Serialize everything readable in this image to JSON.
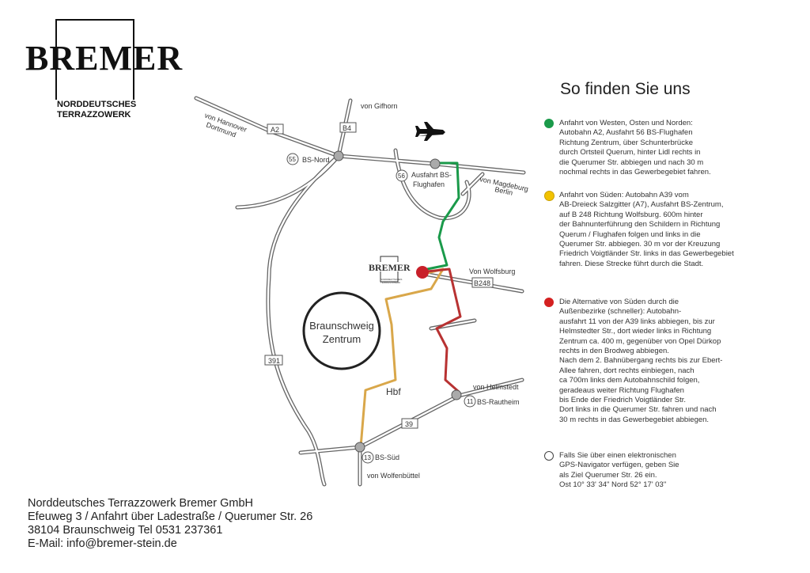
{
  "logo": {
    "name": "BREMER",
    "line1": "NORDDEUTSCHES",
    "line2": "TERRAZZOWERK"
  },
  "title": "So finden Sie uns",
  "legend": [
    {
      "color": "#1a9a4a",
      "text": "Anfahrt von Westen, Osten und Norden:\nAutobahn A2, Ausfahrt 56 BS-Flughafen\nRichtung Zentrum, über Schunterbrücke\ndurch Ortsteil Querum, hinter Lidl rechts in\ndie Querumer Str. abbiegen und nach 30 m\nnochmal rechts in das Gewerbegebiet fahren."
    },
    {
      "color": "#f2c200",
      "text": "Anfahrt von Süden: Autobahn A39 vom\nAB-Dreieck Salzgitter (A7), Ausfahrt BS-Zentrum,\nauf B 248  Richtung Wolfsburg. 600m hinter\nder Bahnunterführung den Schildern in Richtung\nQuerum / Flughafen folgen und links in die\nQuerumer Str. abbiegen. 30 m vor der Kreuzung\nFriedrich Voigtländer Str. links in das Gewerbegebiet\nfahren.   Diese Strecke führt durch die Stadt."
    },
    {
      "color": "#d42020",
      "text": "Die Alternative von Süden durch die\nAußenbezirke (schneller): Autobahn-\nausfahrt 11 von der A39  links abbiegen, bis zur\nHelmstedter Str., dort wieder links in Richtung\nZentrum ca. 400 m, gegenüber von Opel Dürkop\nrechts in den Brodweg abbiegen.\nNach dem 2. Bahnübergang  rechts bis zur Ebert-\nAllee fahren, dort rechts einbiegen, nach\nca 700m links dem Autobahnschild folgen,\ngeradeaus weiter Richtung Flughafen\nbis Ende der Friedrich Voigtländer Str.\nDort links in die Querumer Str. fahren und nach\n30 m rechts in das Gewerbegebiet abbiegen."
    },
    {
      "color": "#ffffff",
      "text": "Falls Sie über einen elektronischen\nGPS-Navigator verfügen, geben Sie\nals Ziel Querumer Str. 26 ein.\nOst 10° 33' 34\"    Nord  52° 17' 03\""
    }
  ],
  "map": {
    "gifhorn": "von Gifhorn",
    "hannover1": "von Hannover",
    "hannover2": "Dortmund",
    "a2": "A2",
    "b4": "B4",
    "exit55": "55",
    "bs_nord": "BS-Nord",
    "exit56": "56",
    "flughafen1": "Ausfahrt BS-",
    "flughafen2": "Flughafen",
    "magdeburg1": "von Magdeburg",
    "magdeburg2": "Berlin",
    "wolfsburg": "Von Wolfsburg",
    "b248": "B248",
    "zentrum1": "Braunschweig",
    "zentrum2": "Zentrum",
    "r391": "391",
    "hbf": "Hbf",
    "helmstedt": "von Helmstedt",
    "exit11": "11",
    "rautheim": "BS-Rautheim",
    "a39": "39",
    "exit13": "13",
    "bs_sued": "BS-Süd",
    "wolfenbuettel": "von Wolfenbüttel",
    "mini_logo": "BREMER",
    "mini_logo_sub1": "NORDDEUTSCHES",
    "mini_logo_sub2": "TERRAZZOWERK"
  },
  "address": {
    "line1": "Norddeutsches Terrazzowerk Bremer GmbH",
    "line2": "Efeuweg 3 / Anfahrt über Ladestraße / Querumer Str. 26",
    "line3": "38104 Braunschweig Tel 0531 237361",
    "line4": "E-Mail:  info@bremer-stein.de"
  }
}
